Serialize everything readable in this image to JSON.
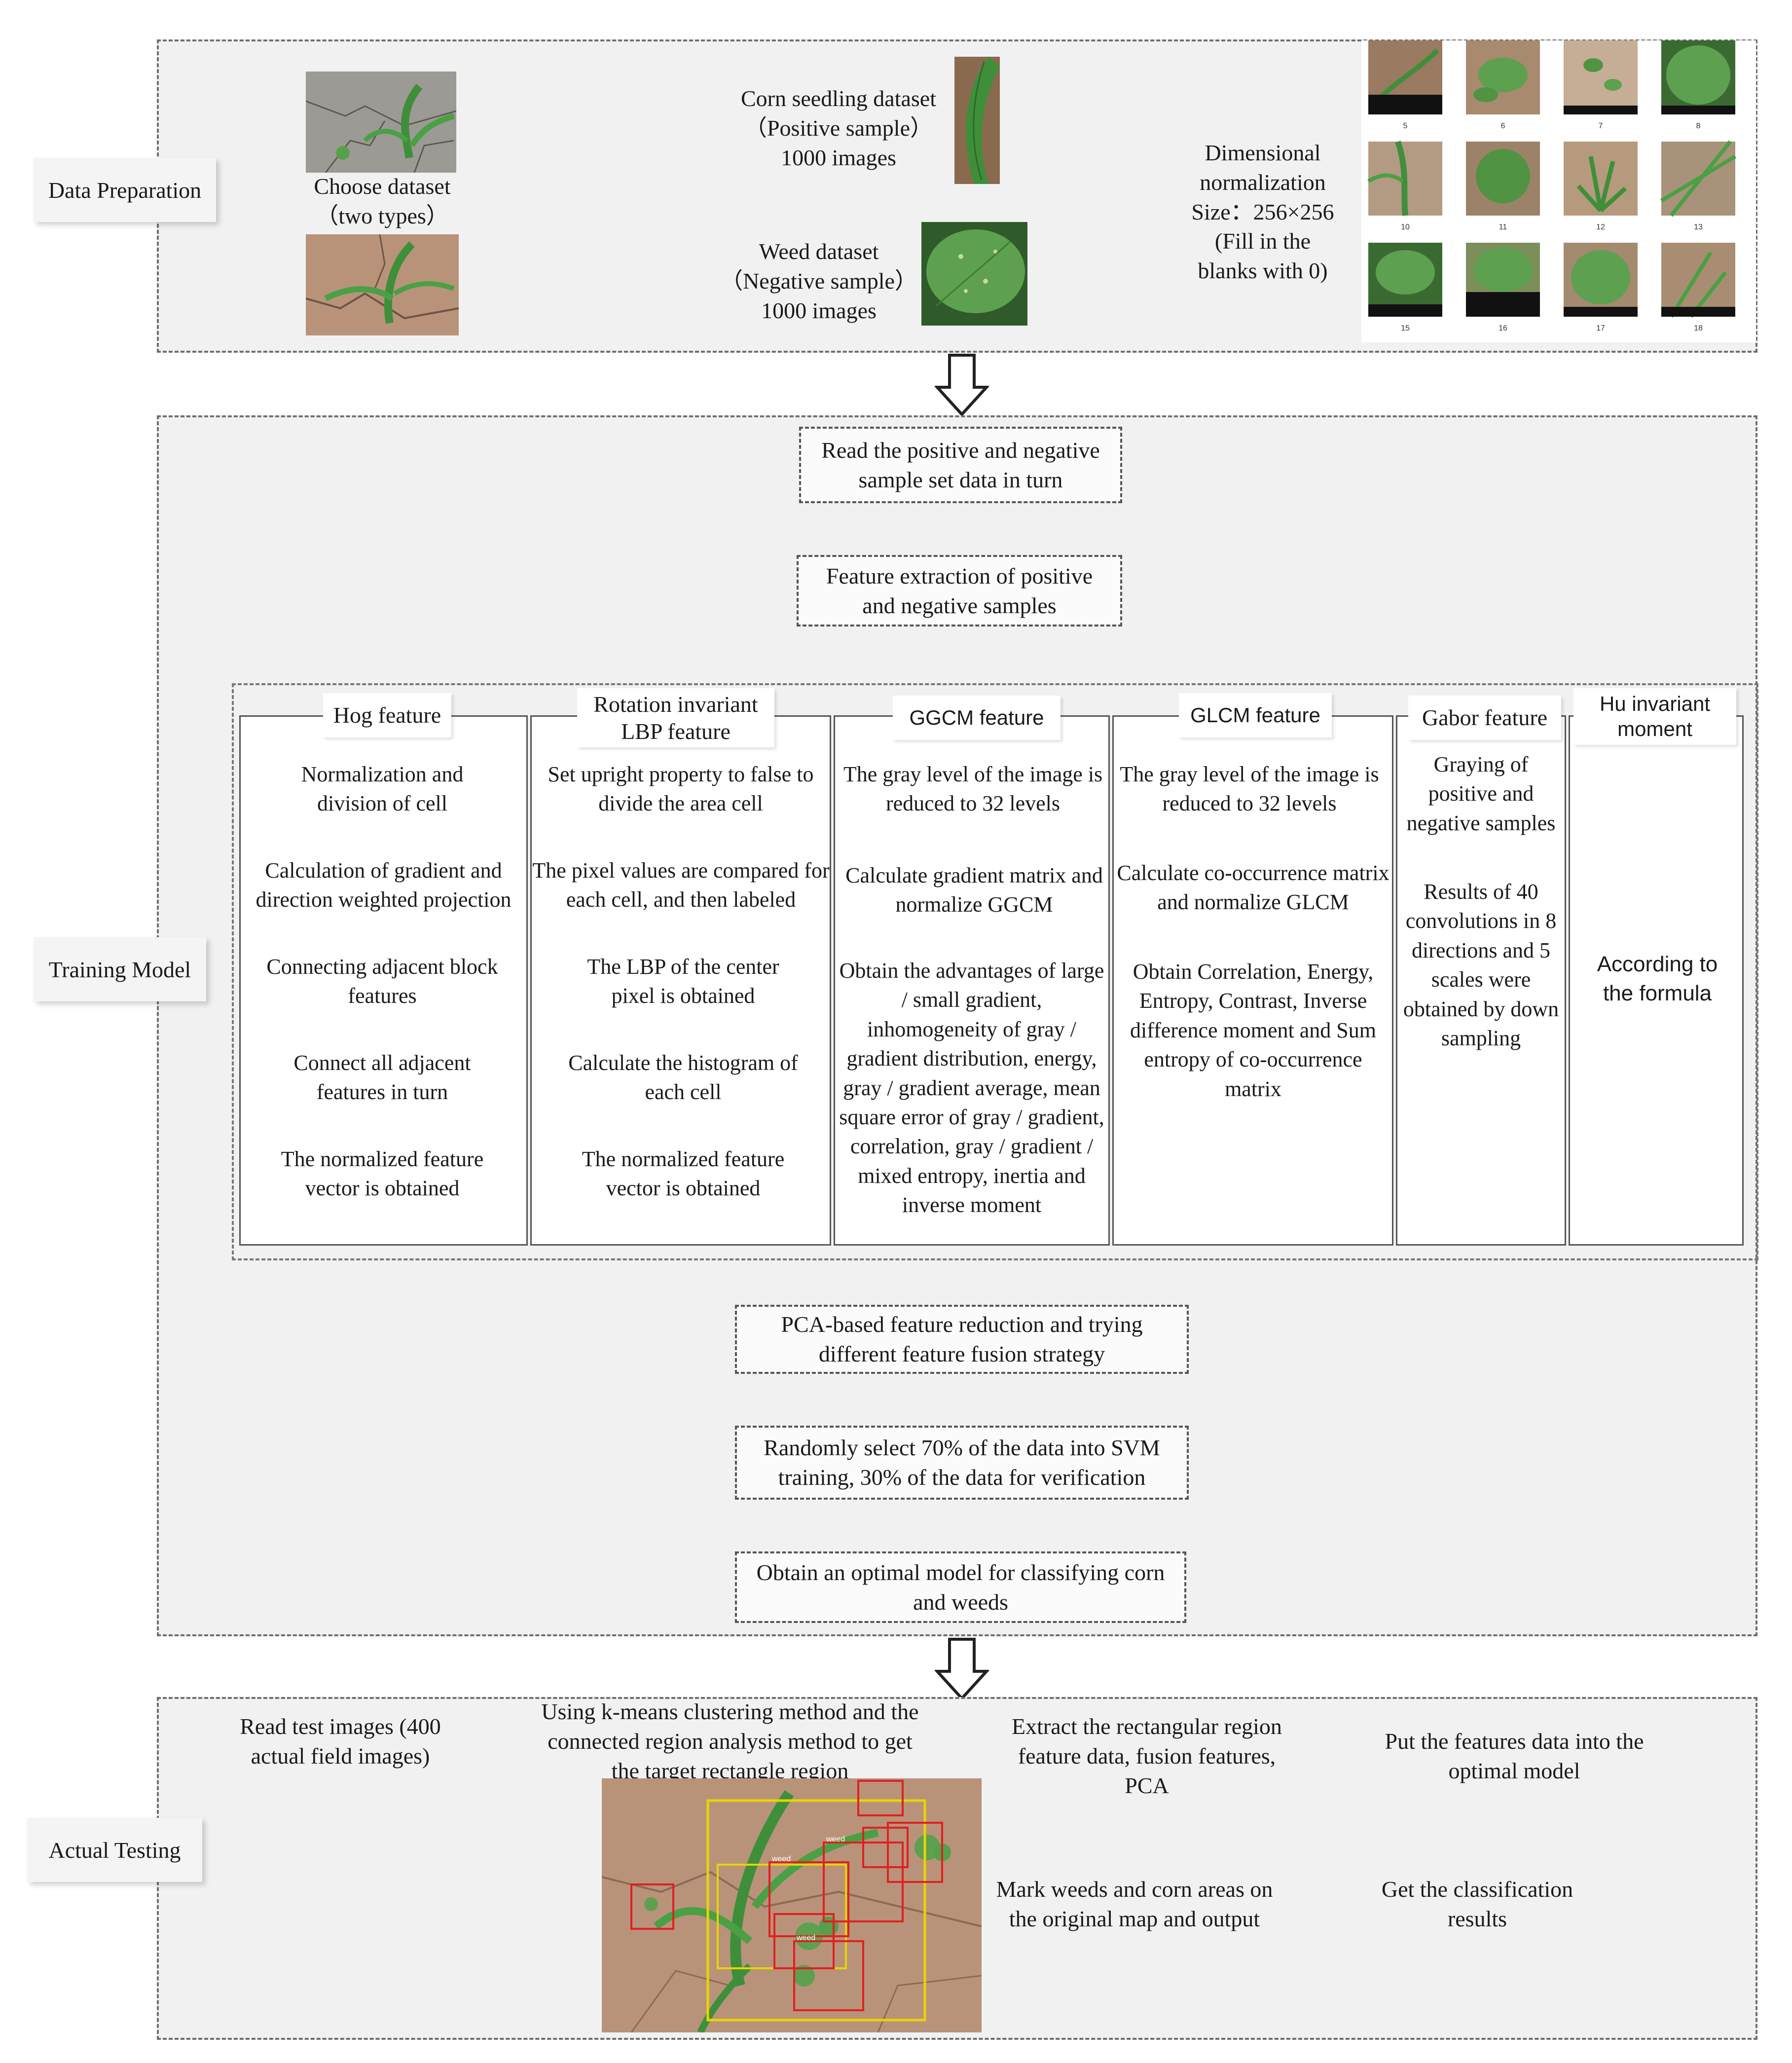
{
  "sections": {
    "data_preparation": "Data Preparation",
    "training_model": "Training Model",
    "actual_testing": "Actual Testing"
  },
  "prep": {
    "choose_dataset": [
      "Choose dataset",
      "（two types）"
    ],
    "corn": [
      "Corn seedling dataset",
      "（Positive sample）",
      "1000 images"
    ],
    "weed": [
      "Weed dataset",
      "（Negative sample）",
      "1000 images"
    ],
    "normalization": [
      "Dimensional",
      "normalization",
      "Size：256×256",
      "(Fill in the",
      "blanks with 0)"
    ],
    "grid_numbers": [
      "5",
      "6",
      "7",
      "8",
      "10",
      "11",
      "12",
      "13",
      "15",
      "16",
      "17",
      "18"
    ]
  },
  "training": {
    "read_samples": "Read the positive and negative sample set data in turn",
    "feature_extraction": "Feature extraction of positive and negative samples",
    "columns": [
      {
        "title": "Hog feature",
        "steps": [
          "Normalization and division of cell",
          "Calculation of gradient and direction weighted projection",
          "Connecting adjacent block features",
          "Connect all adjacent features in turn",
          "The normalized feature vector is obtained"
        ]
      },
      {
        "title": "Rotation invariant LBP feature",
        "steps": [
          "Set upright property to false to divide the area cell",
          "The pixel values are compared for each cell, and then labeled",
          "The LBP of the center pixel is obtained",
          "Calculate the histogram of each cell",
          "The normalized feature vector is obtained"
        ]
      },
      {
        "title": "GGCM  feature",
        "steps": [
          "The gray level of the image is reduced to 32 levels",
          "Calculate gradient matrix and normalize GGCM",
          "Obtain the advantages of large / small gradient, inhomogeneity of gray / gradient distribution, energy, gray / gradient average, mean square error of gray / gradient, correlation, gray / gradient / mixed entropy, inertia and inverse moment"
        ]
      },
      {
        "title": "GLCM feature",
        "steps": [
          "The gray level of the image is reduced to 32 levels",
          "Calculate  co-occurrence matrix and normalize GLCM",
          "Obtain Correlation, Energy, Entropy, Contrast, Inverse difference moment and Sum entropy of co-occurrence matrix"
        ]
      },
      {
        "title": "Gabor feature",
        "steps": [
          "Graying of positive and negative samples",
          "Results of 40 convolutions in 8 directions and 5 scales were obtained by down sampling"
        ]
      },
      {
        "title": "Hu invariant moment",
        "steps": [
          "According to the formula"
        ]
      }
    ],
    "pca": "PCA-based feature reduction and trying different feature fusion strategy",
    "svm": "Randomly select 70% of the data into SVM training, 30% of the data for verification",
    "optimal": "Obtain an optimal model for classifying corn and weeds"
  },
  "testing": {
    "read_test": "Read test images (400 actual field images)",
    "kmeans": "Using k-means clustering method and the connected region analysis method to get the target rectangle region",
    "extract": "Extract the rectangular region feature data, fusion features, PCA",
    "put_features": "Put the features data into the optimal model",
    "classification": "Get the classification results",
    "mark": "Mark weeds and corn areas on the original map and output",
    "detect_labels": [
      "weed",
      "weed",
      "weed"
    ]
  },
  "colors": {
    "section_bg": "#f1f1f1",
    "leaf_green": "#3f8f3a",
    "soil": "#b8937a",
    "box_red": "#e02020",
    "box_yellow": "#e8d400"
  }
}
